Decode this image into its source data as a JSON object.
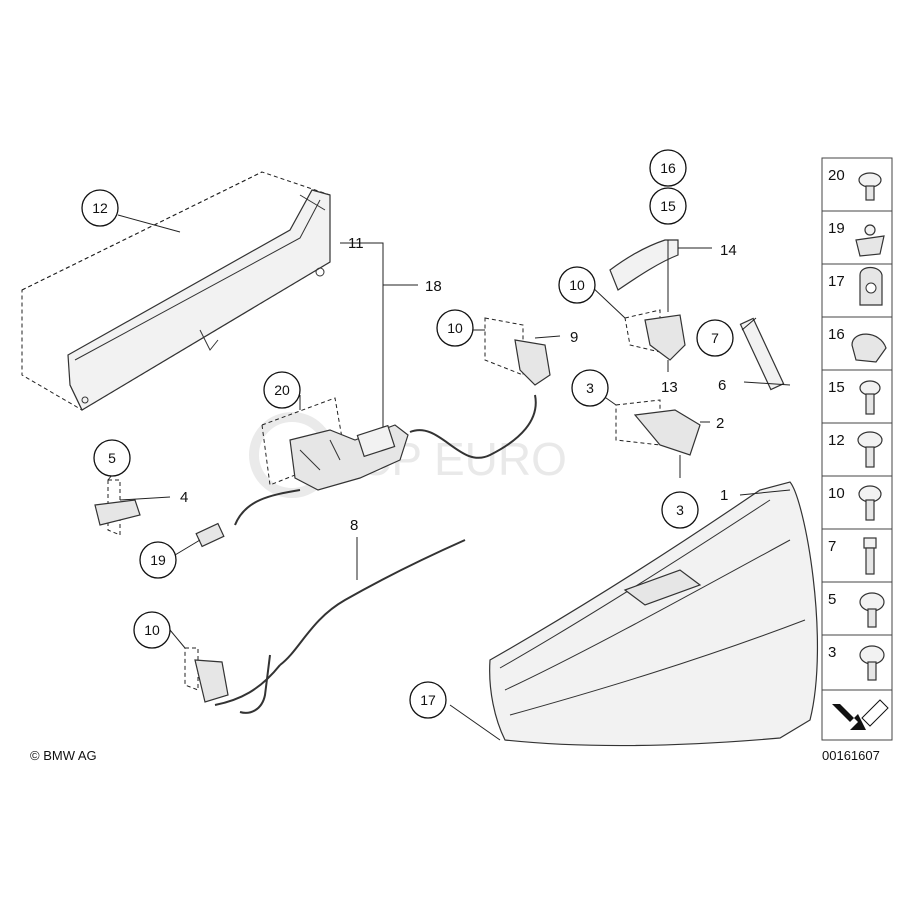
{
  "copyright": "© BMW AG",
  "diagram_id": "00161607",
  "watermark": "FCP EURO",
  "callouts": [
    {
      "id": "c12",
      "label": "12"
    },
    {
      "id": "c20",
      "label": "20"
    },
    {
      "id": "c5",
      "label": "5"
    },
    {
      "id": "c19",
      "label": "19"
    },
    {
      "id": "c10a",
      "label": "10"
    },
    {
      "id": "c10b",
      "label": "10"
    },
    {
      "id": "c10c",
      "label": "10"
    },
    {
      "id": "c16",
      "label": "16"
    },
    {
      "id": "c15",
      "label": "15"
    },
    {
      "id": "c7",
      "label": "7"
    },
    {
      "id": "c3a",
      "label": "3"
    },
    {
      "id": "c3b",
      "label": "3"
    },
    {
      "id": "c17",
      "label": "17"
    }
  ],
  "labels": [
    {
      "id": "l11",
      "label": "11"
    },
    {
      "id": "l18",
      "label": "18"
    },
    {
      "id": "l9",
      "label": "9"
    },
    {
      "id": "l14",
      "label": "14"
    },
    {
      "id": "l13",
      "label": "13"
    },
    {
      "id": "l6",
      "label": "6"
    },
    {
      "id": "l2",
      "label": "2"
    },
    {
      "id": "l4",
      "label": "4"
    },
    {
      "id": "l1",
      "label": "1"
    },
    {
      "id": "l8",
      "label": "8"
    }
  ],
  "fastener_legend": [
    "20",
    "19",
    "17",
    "16",
    "15",
    "12",
    "10",
    "7",
    "5",
    "3"
  ]
}
